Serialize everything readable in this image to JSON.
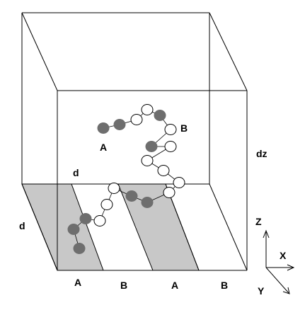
{
  "labels": {
    "chain_end_a": "A",
    "chain_end_b": "B",
    "width_d_top": "d",
    "width_d_left": "d",
    "height_dz": "dz",
    "stripe_1": "A",
    "stripe_2": "B",
    "stripe_3": "A",
    "stripe_4": "B",
    "axis_z": "Z",
    "axis_x": "X",
    "axis_y": "Y"
  },
  "colors": {
    "monomer_a_fill": "#6e6e6e",
    "monomer_b_fill": "#ffffff",
    "stripe_a_fill": "#c8c8c8",
    "line": "#000000"
  },
  "chain_sequence": [
    "A",
    "A",
    "A",
    "B",
    "B",
    "A",
    "A",
    "B",
    "A",
    "B",
    "B",
    "B",
    "B",
    "B",
    "A",
    "A",
    "A",
    "B",
    "B",
    "B",
    "A",
    "A",
    "A"
  ]
}
